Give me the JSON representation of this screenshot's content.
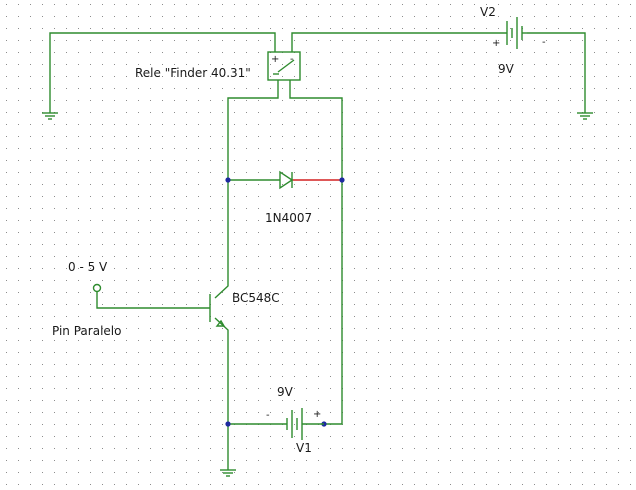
{
  "colors": {
    "background": "#ffffff",
    "grid_dot": "#8c8c8c",
    "wire": "#2e8b2e",
    "wire_highlight": "#d42020",
    "junction": "#1e2aa0",
    "text": "#1a1a1a"
  },
  "components": {
    "relay": {
      "label": "Rele \"Finder 40.31\"",
      "icon": "relay-switch-icon"
    },
    "battery_v2": {
      "name": "V2",
      "value": "9V",
      "plus": "+",
      "minus": "-",
      "icon": "battery-icon"
    },
    "diode": {
      "name": "1N4007",
      "icon": "diode-icon"
    },
    "input": {
      "voltage_range": "0 - 5 V",
      "pin_label": "Pin Paralelo",
      "icon": "input-terminal-icon"
    },
    "transistor": {
      "name": "BC548C",
      "icon": "npn-transistor-icon"
    },
    "battery_v1": {
      "name": "V1",
      "value": "9V",
      "plus": "+",
      "minus": "-",
      "icon": "battery-icon"
    },
    "grounds": {
      "icon": "ground-icon"
    }
  }
}
